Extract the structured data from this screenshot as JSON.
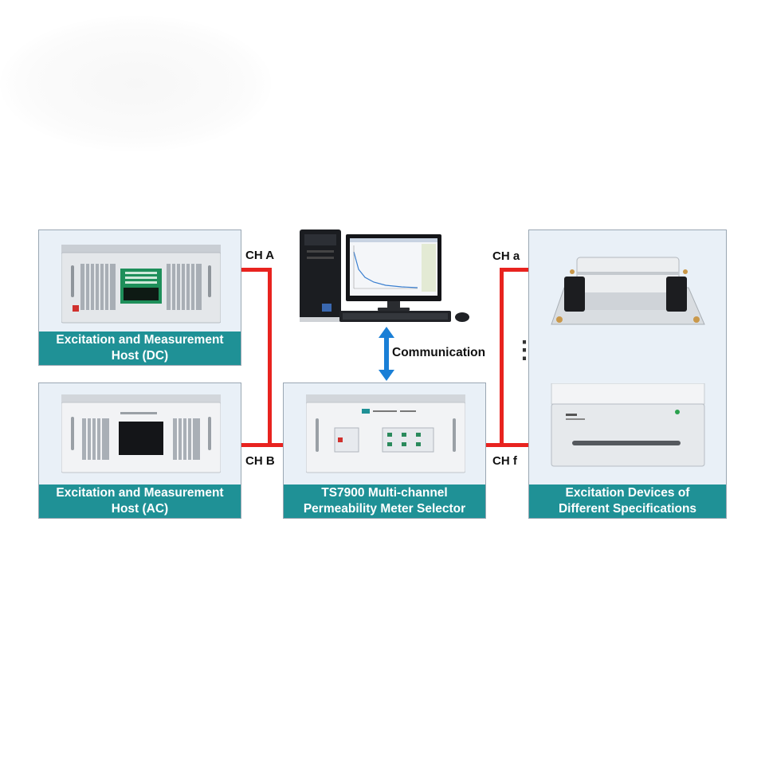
{
  "panels": {
    "dc_host": {
      "caption": "Excitation and Measurement\nHost  (DC)"
    },
    "ac_host": {
      "caption": "Excitation and Measurement\nHost (AC)"
    },
    "selector": {
      "caption": "TS7900 Multi-channel\nPermeability Meter Selector"
    },
    "devices": {
      "caption": "Excitation Devices of\nDifferent Specifications"
    }
  },
  "channels": {
    "ch_a": "CH A",
    "ch_b": "CH B",
    "ch_lower_a": "CH a",
    "ch_f": "CH f"
  },
  "communication_label": "Communication",
  "ellipsis": "⋮",
  "colors": {
    "caption_bg": "#1f9196",
    "wire": "#e8231f",
    "arrow": "#1a7fd6",
    "panel_bg": "#e9f0f7"
  }
}
